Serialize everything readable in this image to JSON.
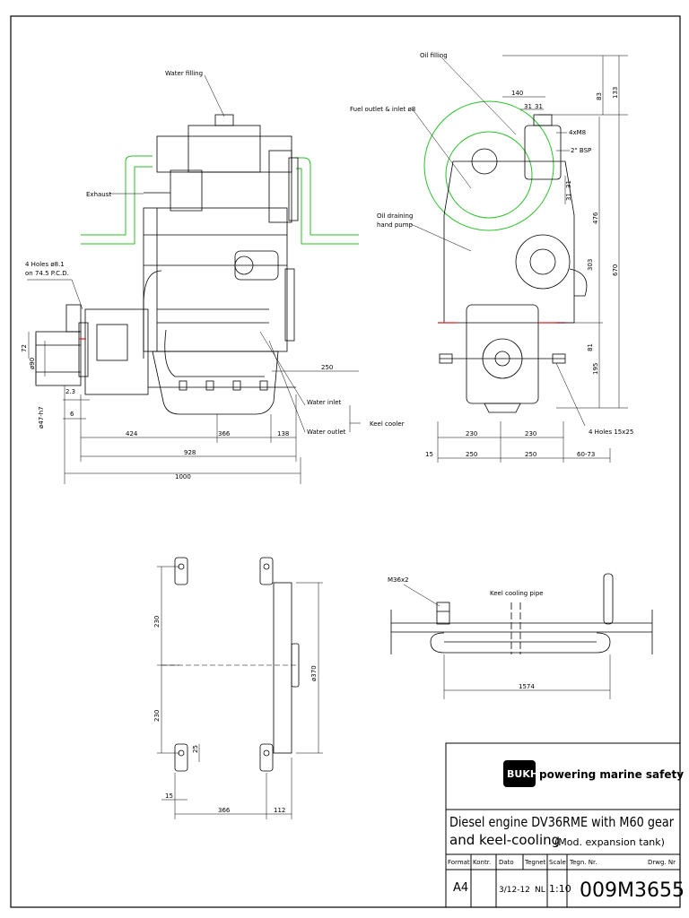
{
  "labels": {
    "water_filling": "Water filling",
    "exhaust": "Exhaust",
    "holes_81": "4 Holes ø8.1",
    "pcd": "on 74.5 P.C.D.",
    "water_inlet": "Water inlet",
    "water_outlet": "Water outlet",
    "keel_cooler": "Keel cooler",
    "oil_filling": "Oil filling",
    "fuel_outlet": "Fuel outlet & inlet ø8",
    "oil_draining": "Oil draining",
    "hand_pump": "hand pump",
    "m8": "4xM8",
    "bsp": "2\" BSP",
    "holes_15": "4 Holes 15x25",
    "m36": "M36x2",
    "keel_cooling_pipe": "Keel cooling pipe"
  },
  "dims_side": {
    "d72": "72",
    "d90": "ø90",
    "d47": "ø47-h7",
    "d23": "2.3",
    "d6": "6",
    "d424": "424",
    "d366": "366",
    "d138": "138",
    "d928": "928",
    "d1000": "1000",
    "d250": "250"
  },
  "dims_front": {
    "d140": "140",
    "d31a": "31",
    "d31b": "31",
    "d31c": "31",
    "d31d": "31",
    "d83": "83",
    "d133": "133",
    "d476": "476",
    "d303": "303",
    "d670": "670",
    "d81": "81",
    "d195": "195",
    "d230a": "230",
    "d230b": "230",
    "d15": "15",
    "d250a": "250",
    "d250b": "250",
    "d6073": "60-73"
  },
  "dims_plan": {
    "d230a": "230",
    "d230b": "230",
    "d25": "25",
    "d370": "ø370",
    "d15": "15",
    "d366": "366",
    "d112": "112"
  },
  "dims_pipe": {
    "d1574": "1574"
  },
  "title_block": {
    "logo": "BUKH",
    "brand": "powering marine safety",
    "title_line1": "Diesel engine DV36RME with M60 gear",
    "title_line2": "and keel-cooling",
    "title_note": "(Mod. expansion tank)",
    "h_format": "Format",
    "h_kontr": "Kontr.",
    "h_dato": "Dato",
    "h_tegnet": "Tegnet",
    "h_scale": "Scale",
    "h_tegn_nr": "Tegn. Nr.",
    "h_drwg_nr": "Drwg. Nr",
    "format": "A4",
    "date": "3/12-12",
    "drawn_by": "NL",
    "scale": "1:10",
    "drawing_no": "009M3655"
  },
  "colors": {
    "line": "#000000",
    "green": "#2bbf2b",
    "red": "#d42020"
  }
}
